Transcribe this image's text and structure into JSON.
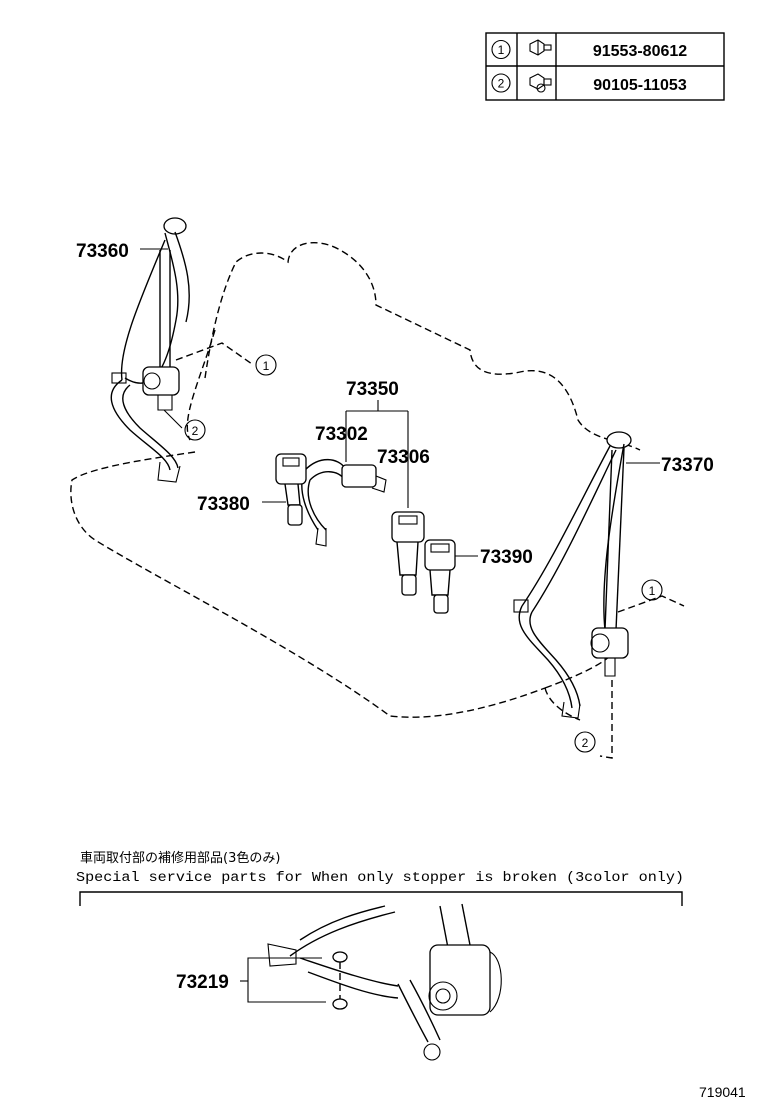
{
  "fastener_table": [
    {
      "ref": "1",
      "part_number": "91553-80612"
    },
    {
      "ref": "2",
      "part_number": "90105-11053"
    }
  ],
  "parts": {
    "p73360": "73360",
    "p73350": "73350",
    "p73302": "73302",
    "p73306": "73306",
    "p73380": "73380",
    "p73390": "73390",
    "p73370": "73370",
    "p73219": "73219"
  },
  "callouts": {
    "left_1": "1",
    "left_2": "2",
    "right_1": "1",
    "right_2": "2"
  },
  "note": {
    "japanese": "車両取付部の補修用部品(3色のみ)",
    "english": "Special  service  parts  for  When  only  stopper  is  broken  (3color  only)"
  },
  "figure_number": "719041"
}
